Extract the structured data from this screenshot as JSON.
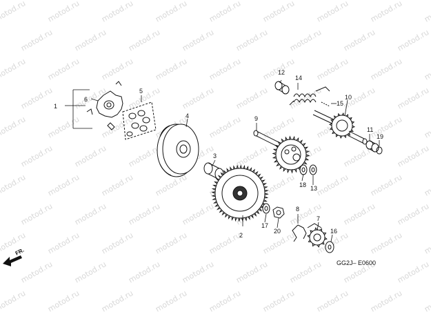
{
  "watermark": "motod.ru",
  "diagram_code": "GG2J– E0600",
  "front_label": "FR.",
  "callouts": [
    "1",
    "2",
    "3",
    "4",
    "5",
    "6",
    "7",
    "8",
    "9",
    "10",
    "11",
    "12",
    "13",
    "14",
    "15",
    "16",
    "17",
    "18",
    "19",
    "20"
  ]
}
